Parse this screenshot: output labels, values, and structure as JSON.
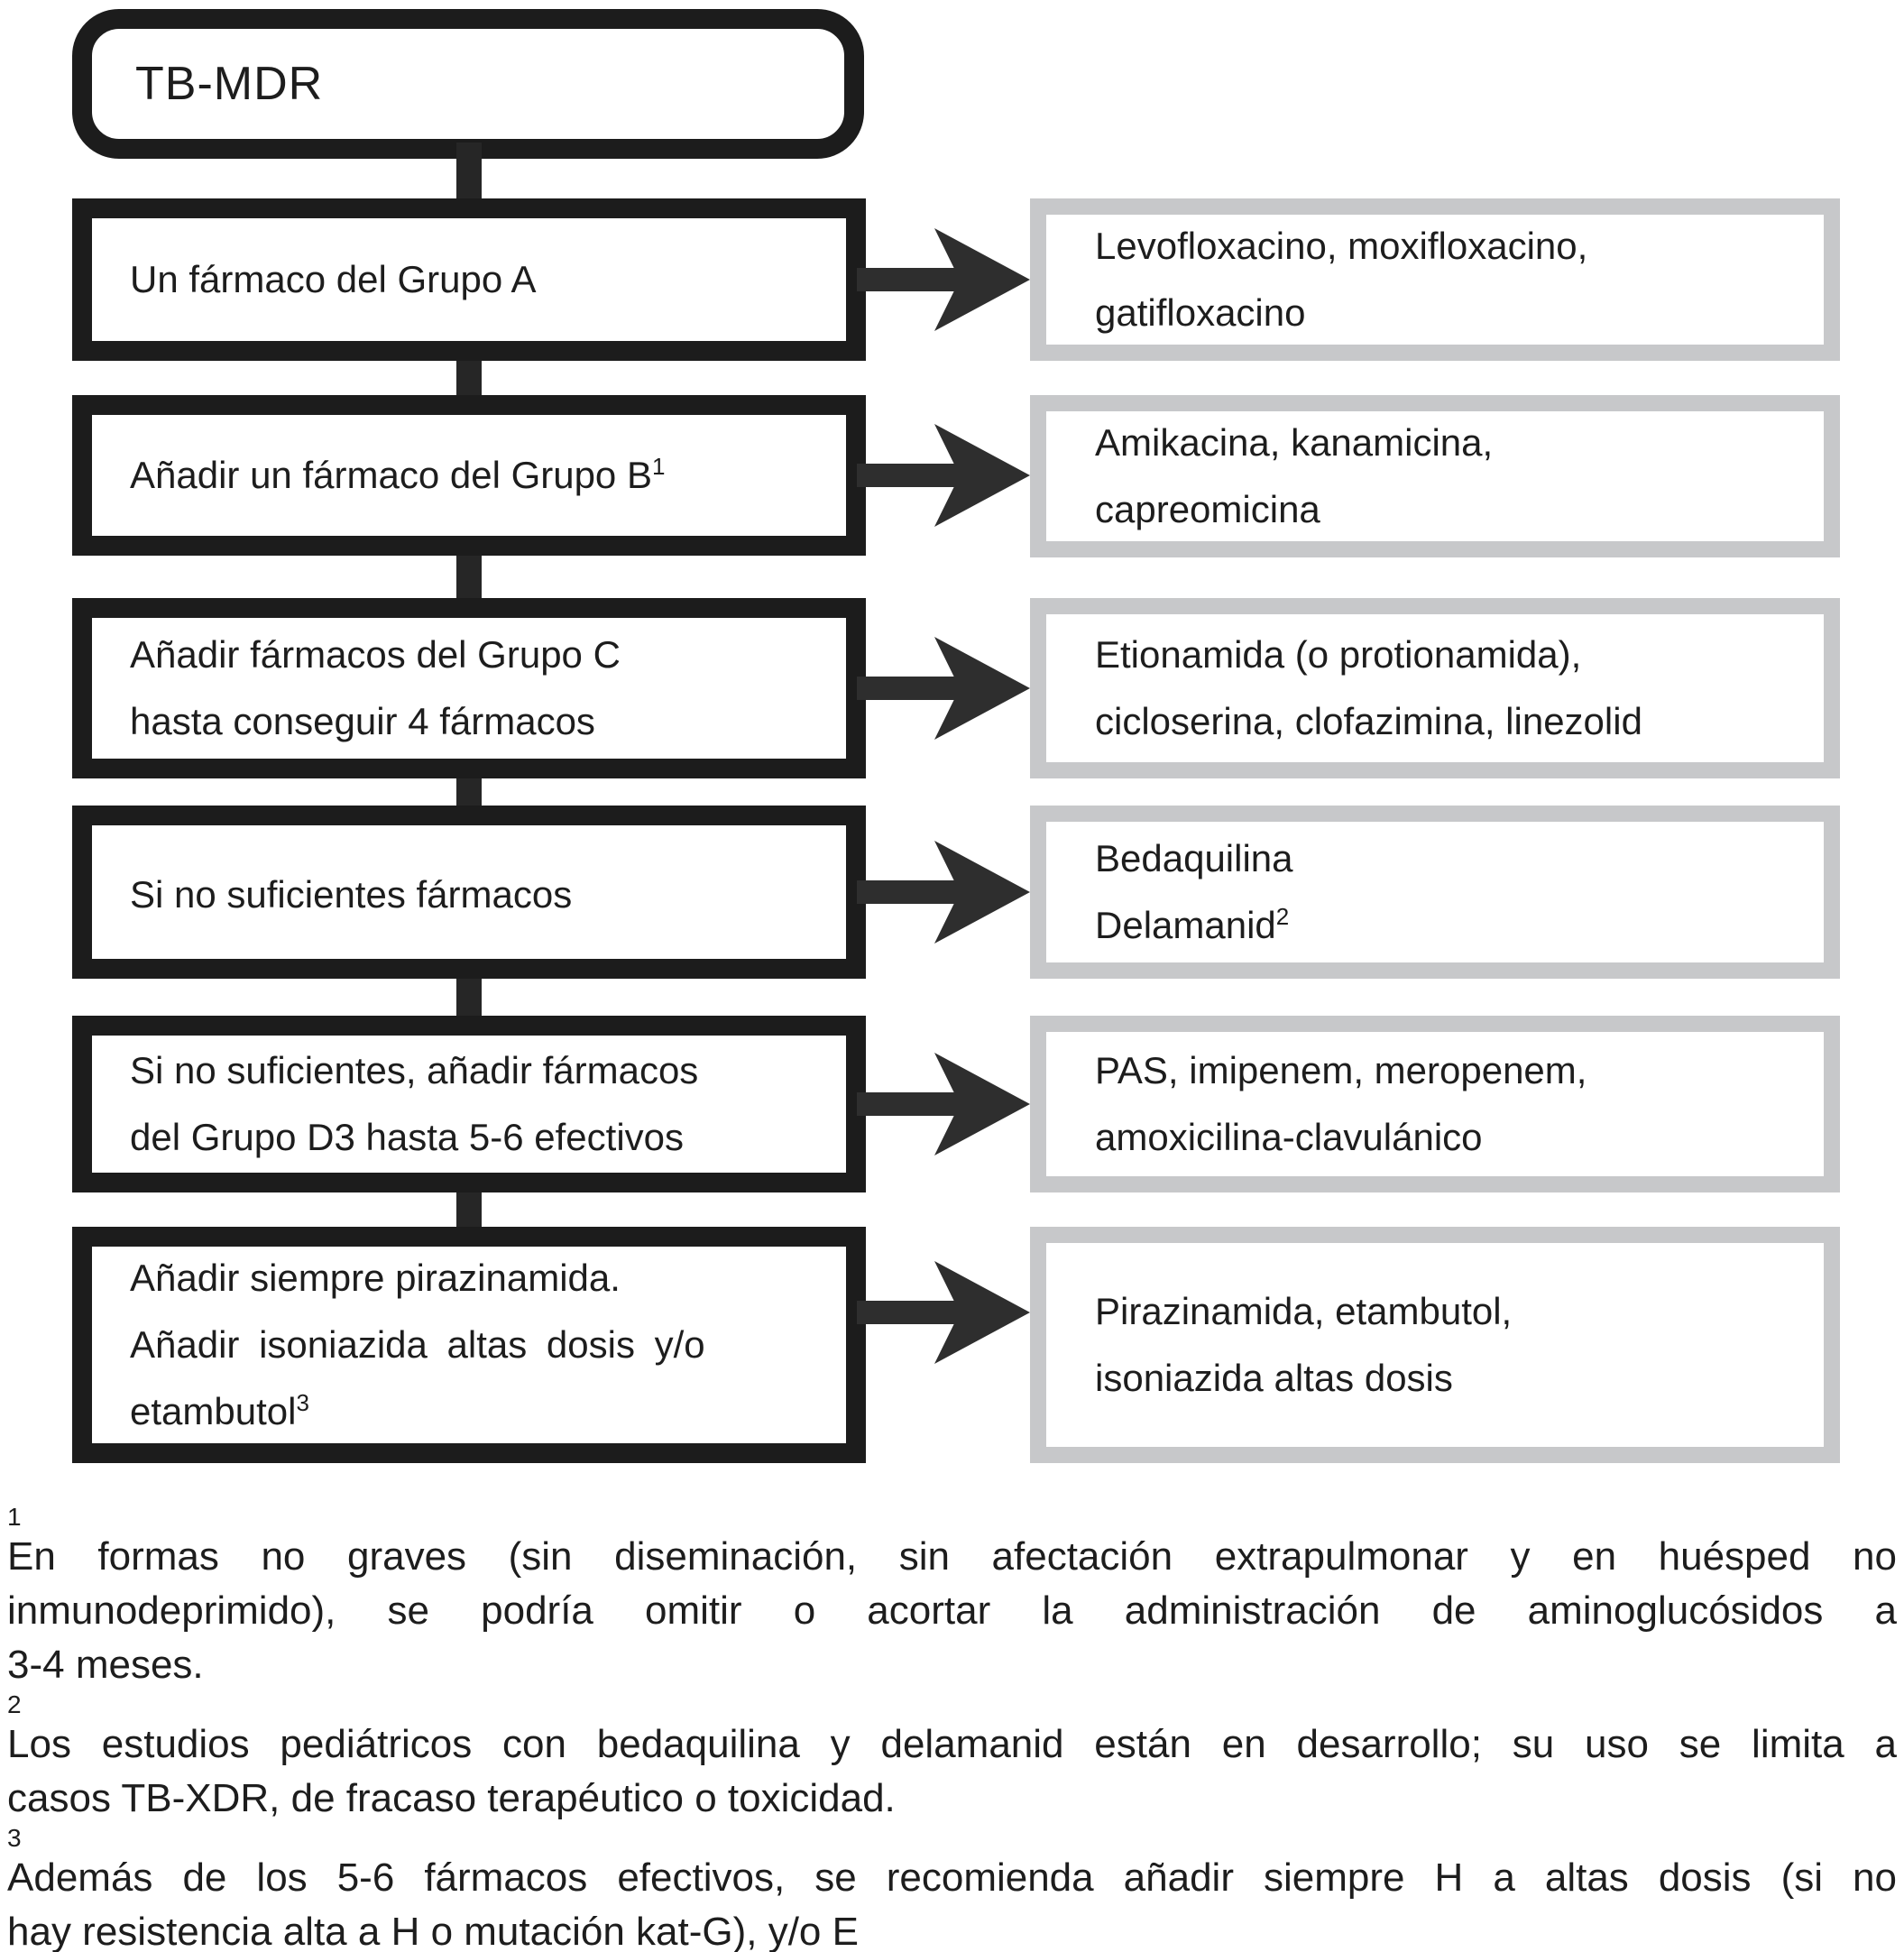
{
  "diagram": {
    "root": {
      "label": "TB-MDR"
    },
    "rows": [
      {
        "left0": "Un fármaco del Grupo A",
        "right0": "Levofloxacino, moxifloxacino,",
        "right1": "gatifloxacino"
      },
      {
        "left0": "Añadir un fármaco del Grupo B",
        "left0_sup": "1",
        "right0": "Amikacina, kanamicina,",
        "right1": "capreomicina"
      },
      {
        "left0": "Añadir fármacos del Grupo C",
        "left1": "hasta conseguir 4 fármacos",
        "right0": "Etionamida (o protionamida),",
        "right1": "cicloserina, clofazimina, linezolid"
      },
      {
        "left0": "Si no suficientes fármacos",
        "right0": "Bedaquilina",
        "right1": "Delamanid",
        "right1_sup": "2"
      },
      {
        "left0": "Si no suficientes, añadir fármacos",
        "left1": "del Grupo D3 hasta 5-6 efectivos",
        "right0": "PAS, imipenem, meropenem,",
        "right1": "amoxicilina-clavulánico"
      },
      {
        "left0": "Añadir siempre pirazinamida.",
        "left1": "Añadir isoniazida altas dosis y/o",
        "left2": "etambutol",
        "left2_sup": "3",
        "right0": "Pirazinamida, etambutol,",
        "right1": "isoniazida altas dosis"
      }
    ]
  },
  "footnotes": [
    {
      "marker": "1",
      "line0": "En formas no graves (sin diseminación, sin afectación extrapulmonar y en huésped no",
      "line1": "inmunodeprimido), se podría omitir o acortar la administración de aminoglucósidos a",
      "line2": "3-4 meses."
    },
    {
      "marker": "2",
      "line0": "Los estudios pediátricos con bedaquilina y delamanid están en desarrollo; su uso se limita a",
      "line1": "casos TB-XDR, de fracaso terapéutico o toxicidad."
    },
    {
      "marker": "3",
      "line0": "Además de los 5-6 fármacos efectivos, se recomienda añadir siempre H a altas dosis (si no",
      "line1": "hay resistencia alta a H o mutación kat-G), y/o E"
    }
  ],
  "colors": {
    "box_border_black": "#1c1c1c",
    "box_border_gray": "#c7c8ca",
    "arrow": "#2e2e2e",
    "text": "#1d1d1d",
    "background": "#ffffff"
  }
}
